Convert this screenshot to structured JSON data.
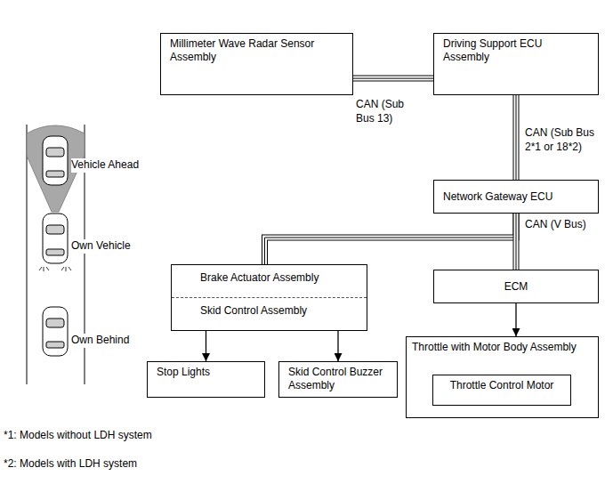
{
  "diagram": {
    "nodes": [
      {
        "text": [
          "Millimeter Wave Radar Sensor Assembly"
        ]
      },
      {
        "text": [
          "Driving Support ECU Assembly"
        ]
      },
      {
        "text": [
          "Network Gateway ECU"
        ]
      },
      {
        "text": [
          "Brake Actuator Assembly",
          "Skid Control Assembly"
        ]
      },
      {
        "text": [
          "ECM"
        ]
      },
      {
        "text": [
          "Stop Lights"
        ]
      },
      {
        "text": [
          "Skid Control Buzzer Assembly"
        ]
      },
      {
        "text": [
          "Throttle with Motor Body Assembly"
        ]
      },
      {
        "text": [
          "Throttle Control Motor"
        ],
        "in": 7
      }
    ],
    "edges": [
      {
        "from": 0,
        "to": 1,
        "label": "CAN (Sub Bus 13)",
        "arrow": "none"
      },
      {
        "from": 1,
        "to": 2,
        "label": "CAN (Sub Bus 2*1 or 18*2)",
        "arrow": "none"
      },
      {
        "from": 2,
        "to": 3,
        "arrow": "none"
      },
      {
        "from": 2,
        "to": 4,
        "label": "CAN (V Bus)",
        "arrow": "none"
      },
      {
        "from": 4,
        "to": 7,
        "arrow": "to"
      },
      {
        "from": 3,
        "to": 5,
        "arrow": "to"
      },
      {
        "from": 3,
        "to": 6,
        "arrow": "to"
      }
    ],
    "labels": [
      "Vehicle Ahead",
      "Own Vehicle",
      "Own Behind",
      "*1: Models without LDH system",
      "*2: Models with LDH system"
    ]
  }
}
